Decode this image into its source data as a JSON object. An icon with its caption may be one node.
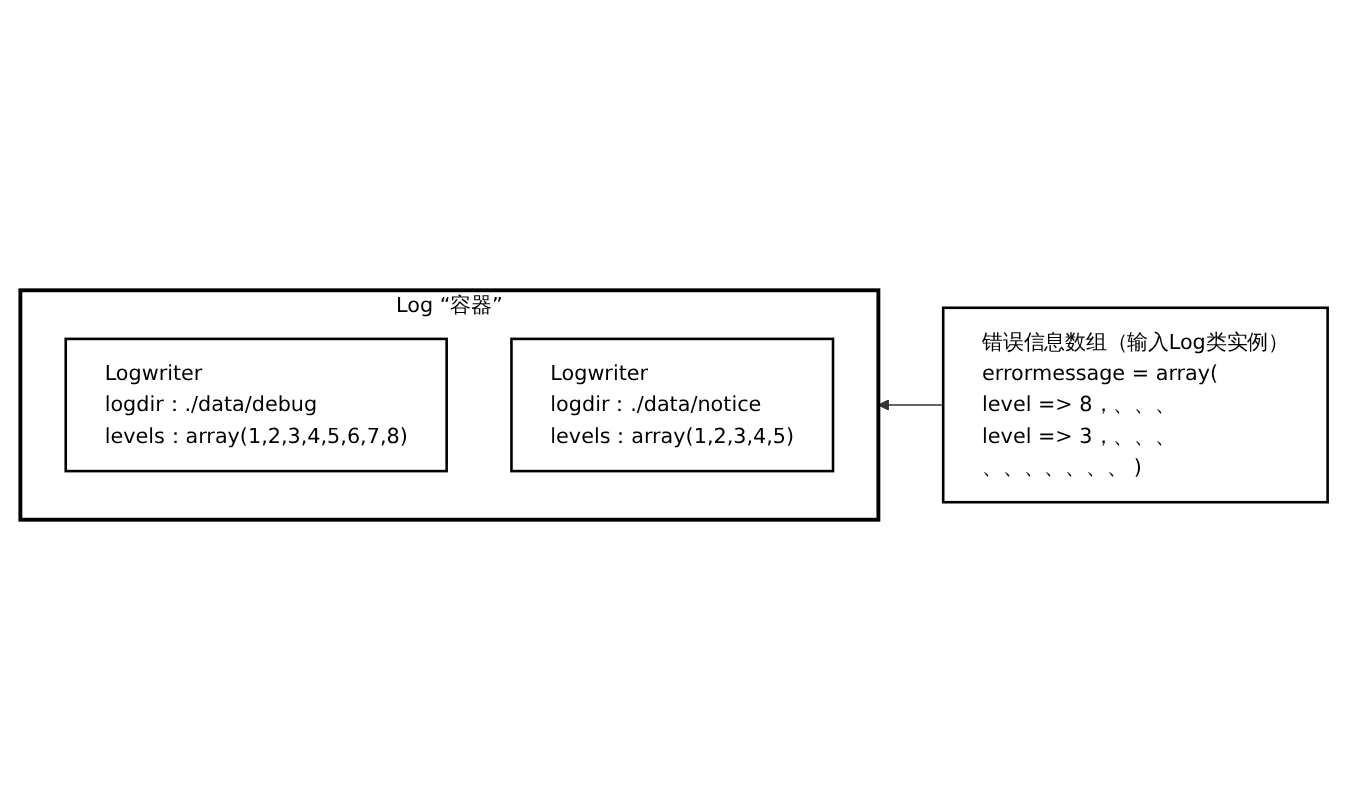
{
  "diagram": {
    "nodes": [
      {
        "text": [
          "Log “容器”"
        ]
      },
      {
        "text": [
          "Logwriter",
          "logdir：./data/debug",
          "levels：array(1,2,3,4,5,6,7,8)"
        ],
        "in": 0
      },
      {
        "text": [
          "Logwriter",
          "logdir：./data/notice",
          "levels：array(1,2,3,4,5)"
        ],
        "in": 0
      },
      {
        "text": [
          "错误信息数组（输入Log类实例）",
          "errormessage = array(",
          "level => 8，、、、",
          "level => 3，、、、",
          "、、、、、、、 )"
        ]
      }
    ],
    "edges": [
      {
        "from": 3,
        "to": 0,
        "arrow": "to"
      }
    ]
  }
}
